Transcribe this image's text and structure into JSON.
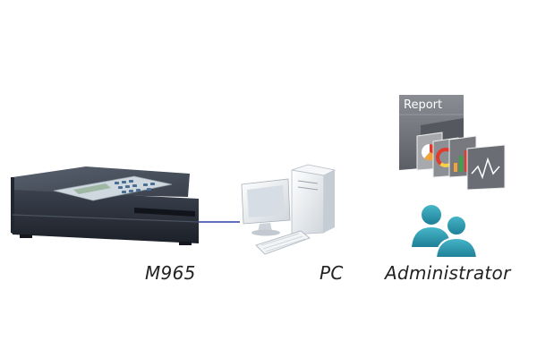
{
  "labels": {
    "device": "M965",
    "pc": "PC",
    "admin": "Administrator",
    "report": "Report"
  },
  "colors": {
    "device_body": "#2f3540",
    "device_top": "#4c5563",
    "keypad_panel": "#cdd6dd",
    "lcd": "#9fb8a4",
    "link_line": "#2b3fa8",
    "pc_body": "#eef1f4",
    "report_card": "#6d7077",
    "admin_teal": "#2f9ab0"
  },
  "icons": {
    "device": "printer-device-icon",
    "pc": "desktop-computer-icon",
    "report": "report-documents-icon",
    "admin": "users-group-icon"
  }
}
